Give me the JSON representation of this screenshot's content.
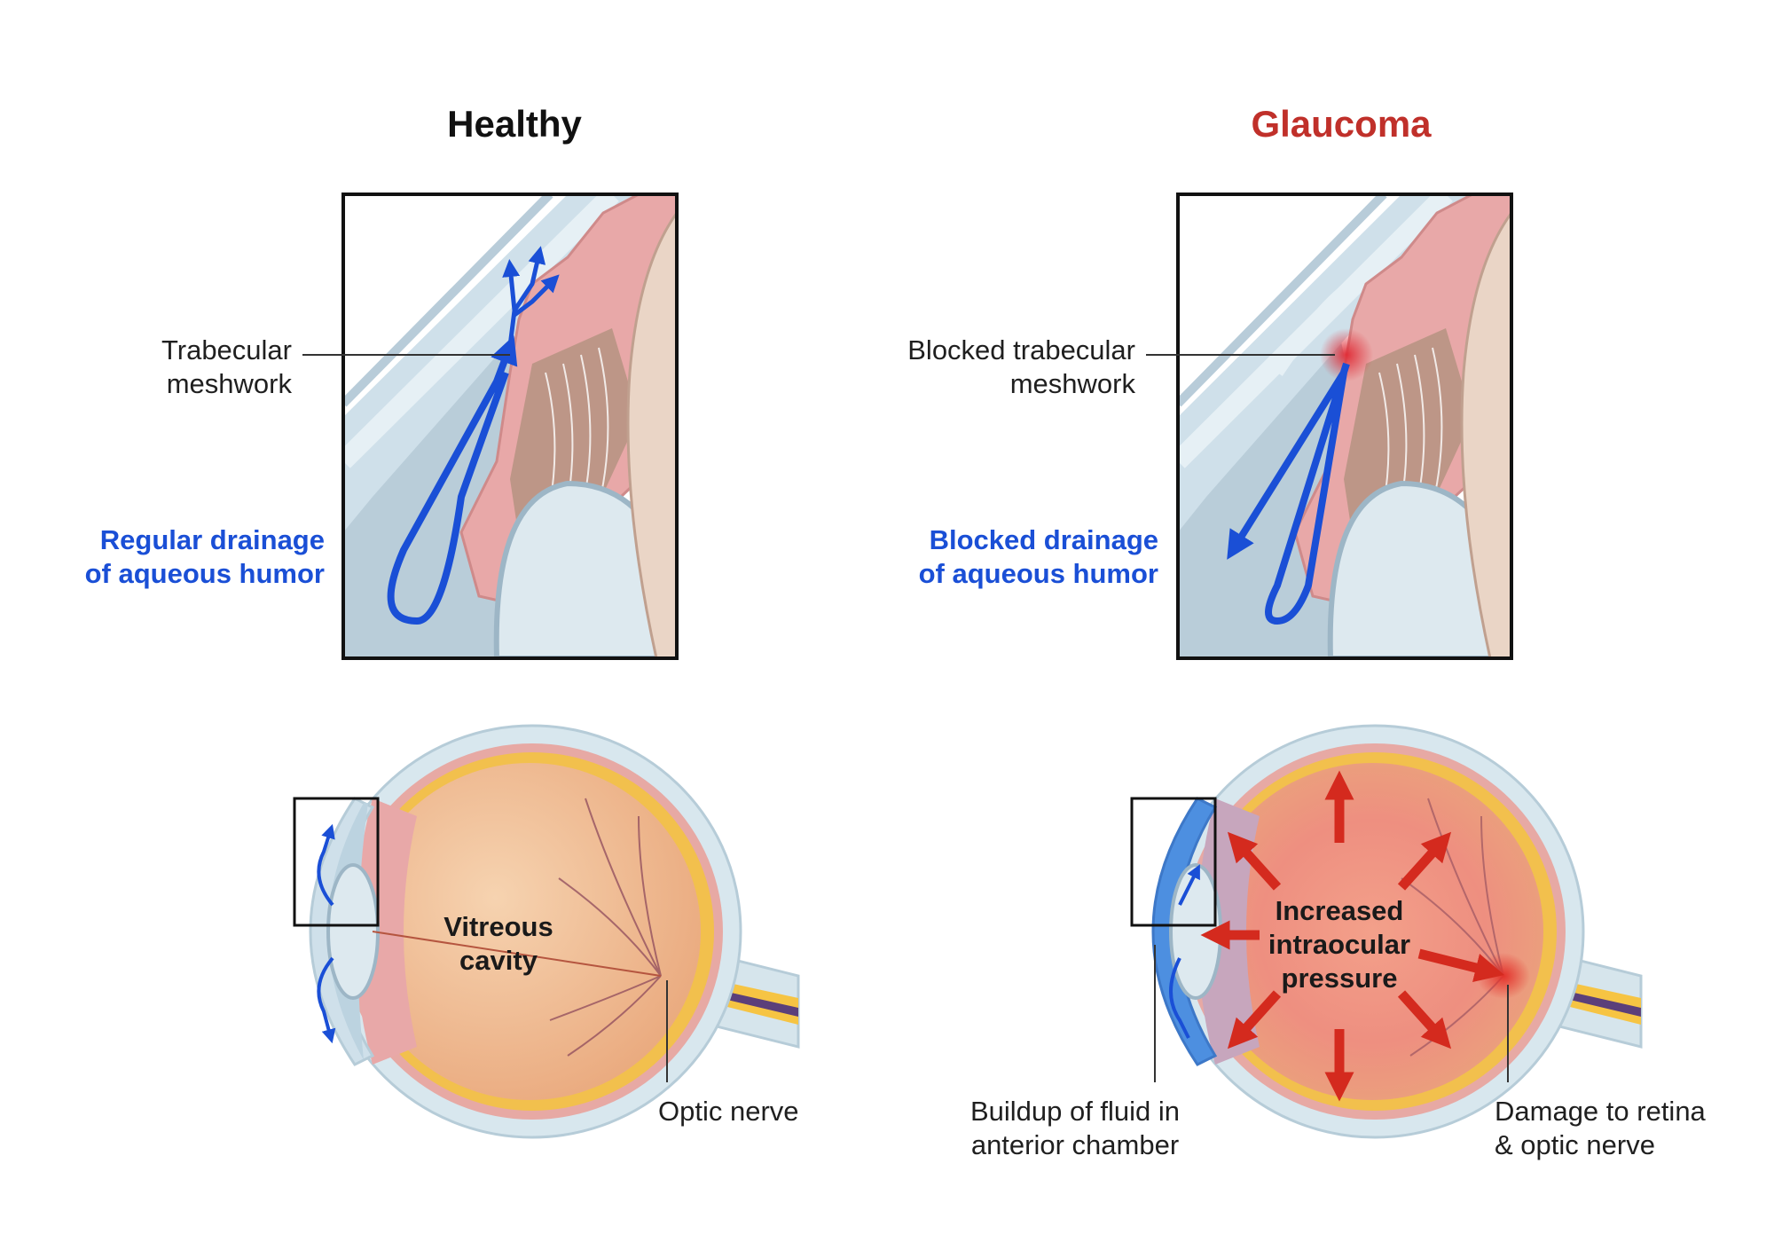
{
  "healthy": {
    "title": "Healthy",
    "trabecular_line1": "Trabecular",
    "trabecular_line2": "meshwork",
    "drainage_line1": "Regular drainage",
    "drainage_line2": "of aqueous humor",
    "vitreous_line1": "Vitreous",
    "vitreous_line2": "cavity",
    "optic_nerve": "Optic nerve"
  },
  "glaucoma": {
    "title": "Glaucoma",
    "blocked_trab_line1": "Blocked trabecular",
    "blocked_trab_line2": "meshwork",
    "blocked_drainage_line1": "Blocked drainage",
    "blocked_drainage_line2": "of aqueous humor",
    "pressure_line1": "Increased",
    "pressure_line2": "intraocular",
    "pressure_line3": "pressure",
    "buildup_line1": "Buildup of fluid in",
    "buildup_line2": "anterior chamber",
    "damage_line1": "Damage to retina",
    "damage_line2": "& optic nerve"
  },
  "colors": {
    "healthy_title": "#111111",
    "glaucoma_title": "#c0302a",
    "flow_arrow": "#1a4fd6",
    "pressure_arrow": "#d42a1e",
    "ciliary_pink": "#e8a5a5",
    "cornea_blue": "#c9dbe6",
    "lens": "#dde9ef",
    "vitreous": "#f2c29b",
    "optic_yellow": "#f6c443"
  }
}
